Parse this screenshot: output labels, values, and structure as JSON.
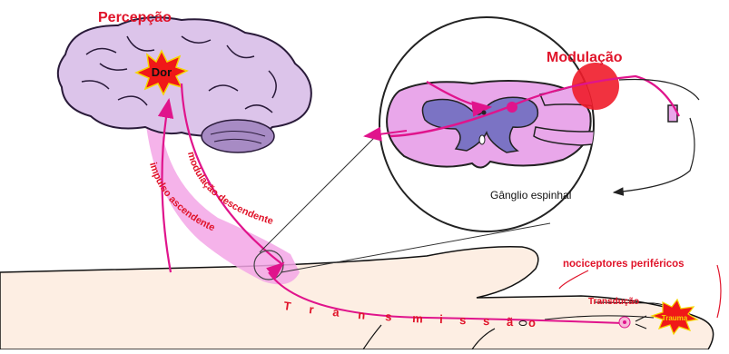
{
  "labels": {
    "percepcao": "Percepção",
    "dor": "Dor",
    "modulacao": "Modulação",
    "ganglio": "Gânglio espinhal",
    "modulacao_descendente": "modulação descendente",
    "impulso_ascendente": "impulso ascendente",
    "nociceptores": "nociceptores periféricos",
    "transducao": "Transdução",
    "trauma": "Trauma",
    "transmissao_letters": [
      "T",
      "r",
      "a",
      "n",
      "s",
      "m",
      "i",
      "s",
      "s",
      "ã",
      "o"
    ]
  },
  "colors": {
    "label_red": "#e0142a",
    "nerve_magenta": "#e0148c",
    "tract_pink": "#f3a6e6",
    "brain_lilac": "#dcc4ea",
    "cerebellum": "#a78bc4",
    "gray_matter": "#7b73c4",
    "white_matter": "#e9a7ea",
    "skin": "#fdeee3",
    "burst_red": "#f01818"
  }
}
